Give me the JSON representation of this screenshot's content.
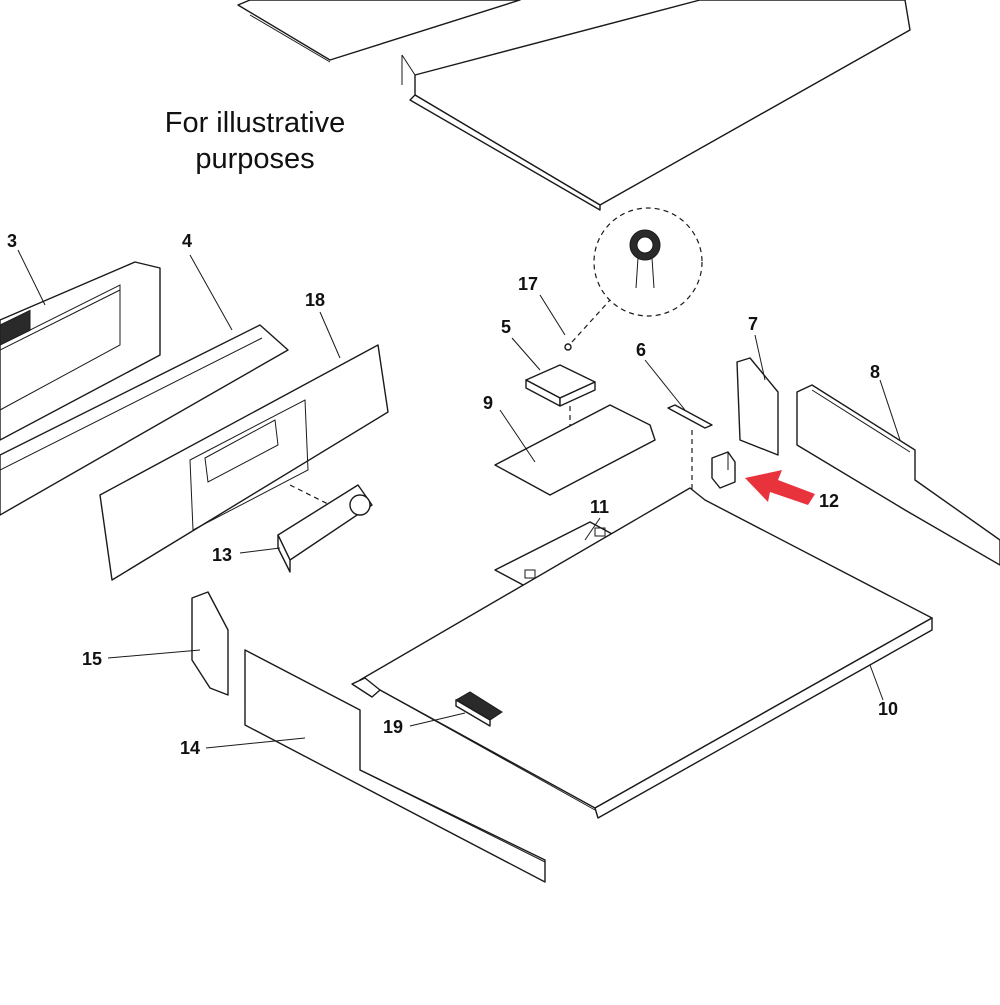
{
  "caption": {
    "line1": "For illustrative",
    "line2": "purposes"
  },
  "callouts": [
    "3",
    "4",
    "18",
    "17",
    "5",
    "6",
    "7",
    "8",
    "9",
    "11",
    "12",
    "13",
    "10",
    "15",
    "14",
    "19"
  ],
  "highlight_color": "#e8323c"
}
